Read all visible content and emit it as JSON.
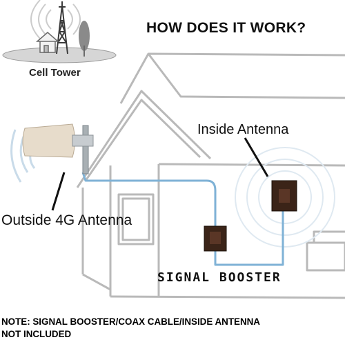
{
  "title": "HOW DOES IT WORK?",
  "labels": {
    "cell_tower": "Cell Tower",
    "inside_antenna": "Inside Antenna",
    "outside_antenna": "Outside 4G Antenna",
    "signal_booster": "SIGNAL BOOSTER"
  },
  "note": {
    "line1": "NOTE: SIGNAL BOOSTER/COAX CABLE/INSIDE ANTENNA",
    "line2": "NOT INCLUDED"
  },
  "colors": {
    "house_outline": "#b9b9b9",
    "cable": "#7fb2d6",
    "device": "#3b2418",
    "outside_antenna": "#e7dccb",
    "signal_waves": "#c9dbe9"
  },
  "icons": [
    "cell-tower-icon",
    "tree-icon",
    "small-house-icon",
    "outside-antenna-icon",
    "inside-antenna-icon",
    "signal-booster-icon"
  ]
}
